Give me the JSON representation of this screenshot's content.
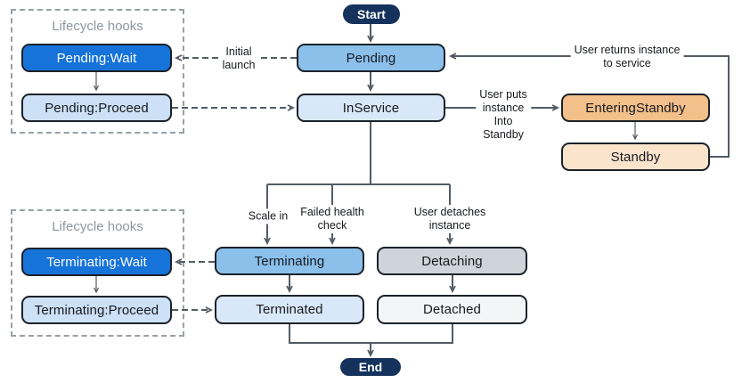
{
  "diagram": {
    "start": "Start",
    "end": "End",
    "states": {
      "pending": "Pending",
      "in_service": "InService",
      "entering_standby": "EnteringStandby",
      "standby": "Standby",
      "terminating": "Terminating",
      "terminated": "Terminated",
      "detaching": "Detaching",
      "detached": "Detached"
    },
    "hooks_top": {
      "title": "Lifecycle hooks",
      "wait": "Pending:Wait",
      "proceed": "Pending:Proceed"
    },
    "hooks_bottom": {
      "title": "Lifecycle hooks",
      "wait": "Terminating:Wait",
      "proceed": "Terminating:Proceed"
    },
    "edge_labels": {
      "initial_launch": "Initial\nlaunch",
      "user_puts_standby": "User puts\ninstance\nInto\nStandby",
      "user_returns": "User returns instance\nto service",
      "scale_in": "Scale in",
      "failed_health": "Failed health\ncheck",
      "user_detaches": "User detaches\ninstance"
    }
  },
  "colors": {
    "pill_fill": "#14325C",
    "state_blue_mid": "#8BC0EB",
    "state_blue_light": "#D8E8F8",
    "hook_wait_blue": "#1573D9",
    "hook_proceed_blue": "#CCE0F6",
    "standby_orange": "#F3BF8B",
    "standby_orange_light": "#FBE4CC",
    "detach_gray": "#CFD4DC",
    "detach_gray_light": "#F4F5F6",
    "box_border": "#1B2129",
    "arrow_gray": "#545B64",
    "hook_box_border": "#98A0A6",
    "hook_title_gray": "#8D97A0",
    "label_dark": "#16191F"
  }
}
